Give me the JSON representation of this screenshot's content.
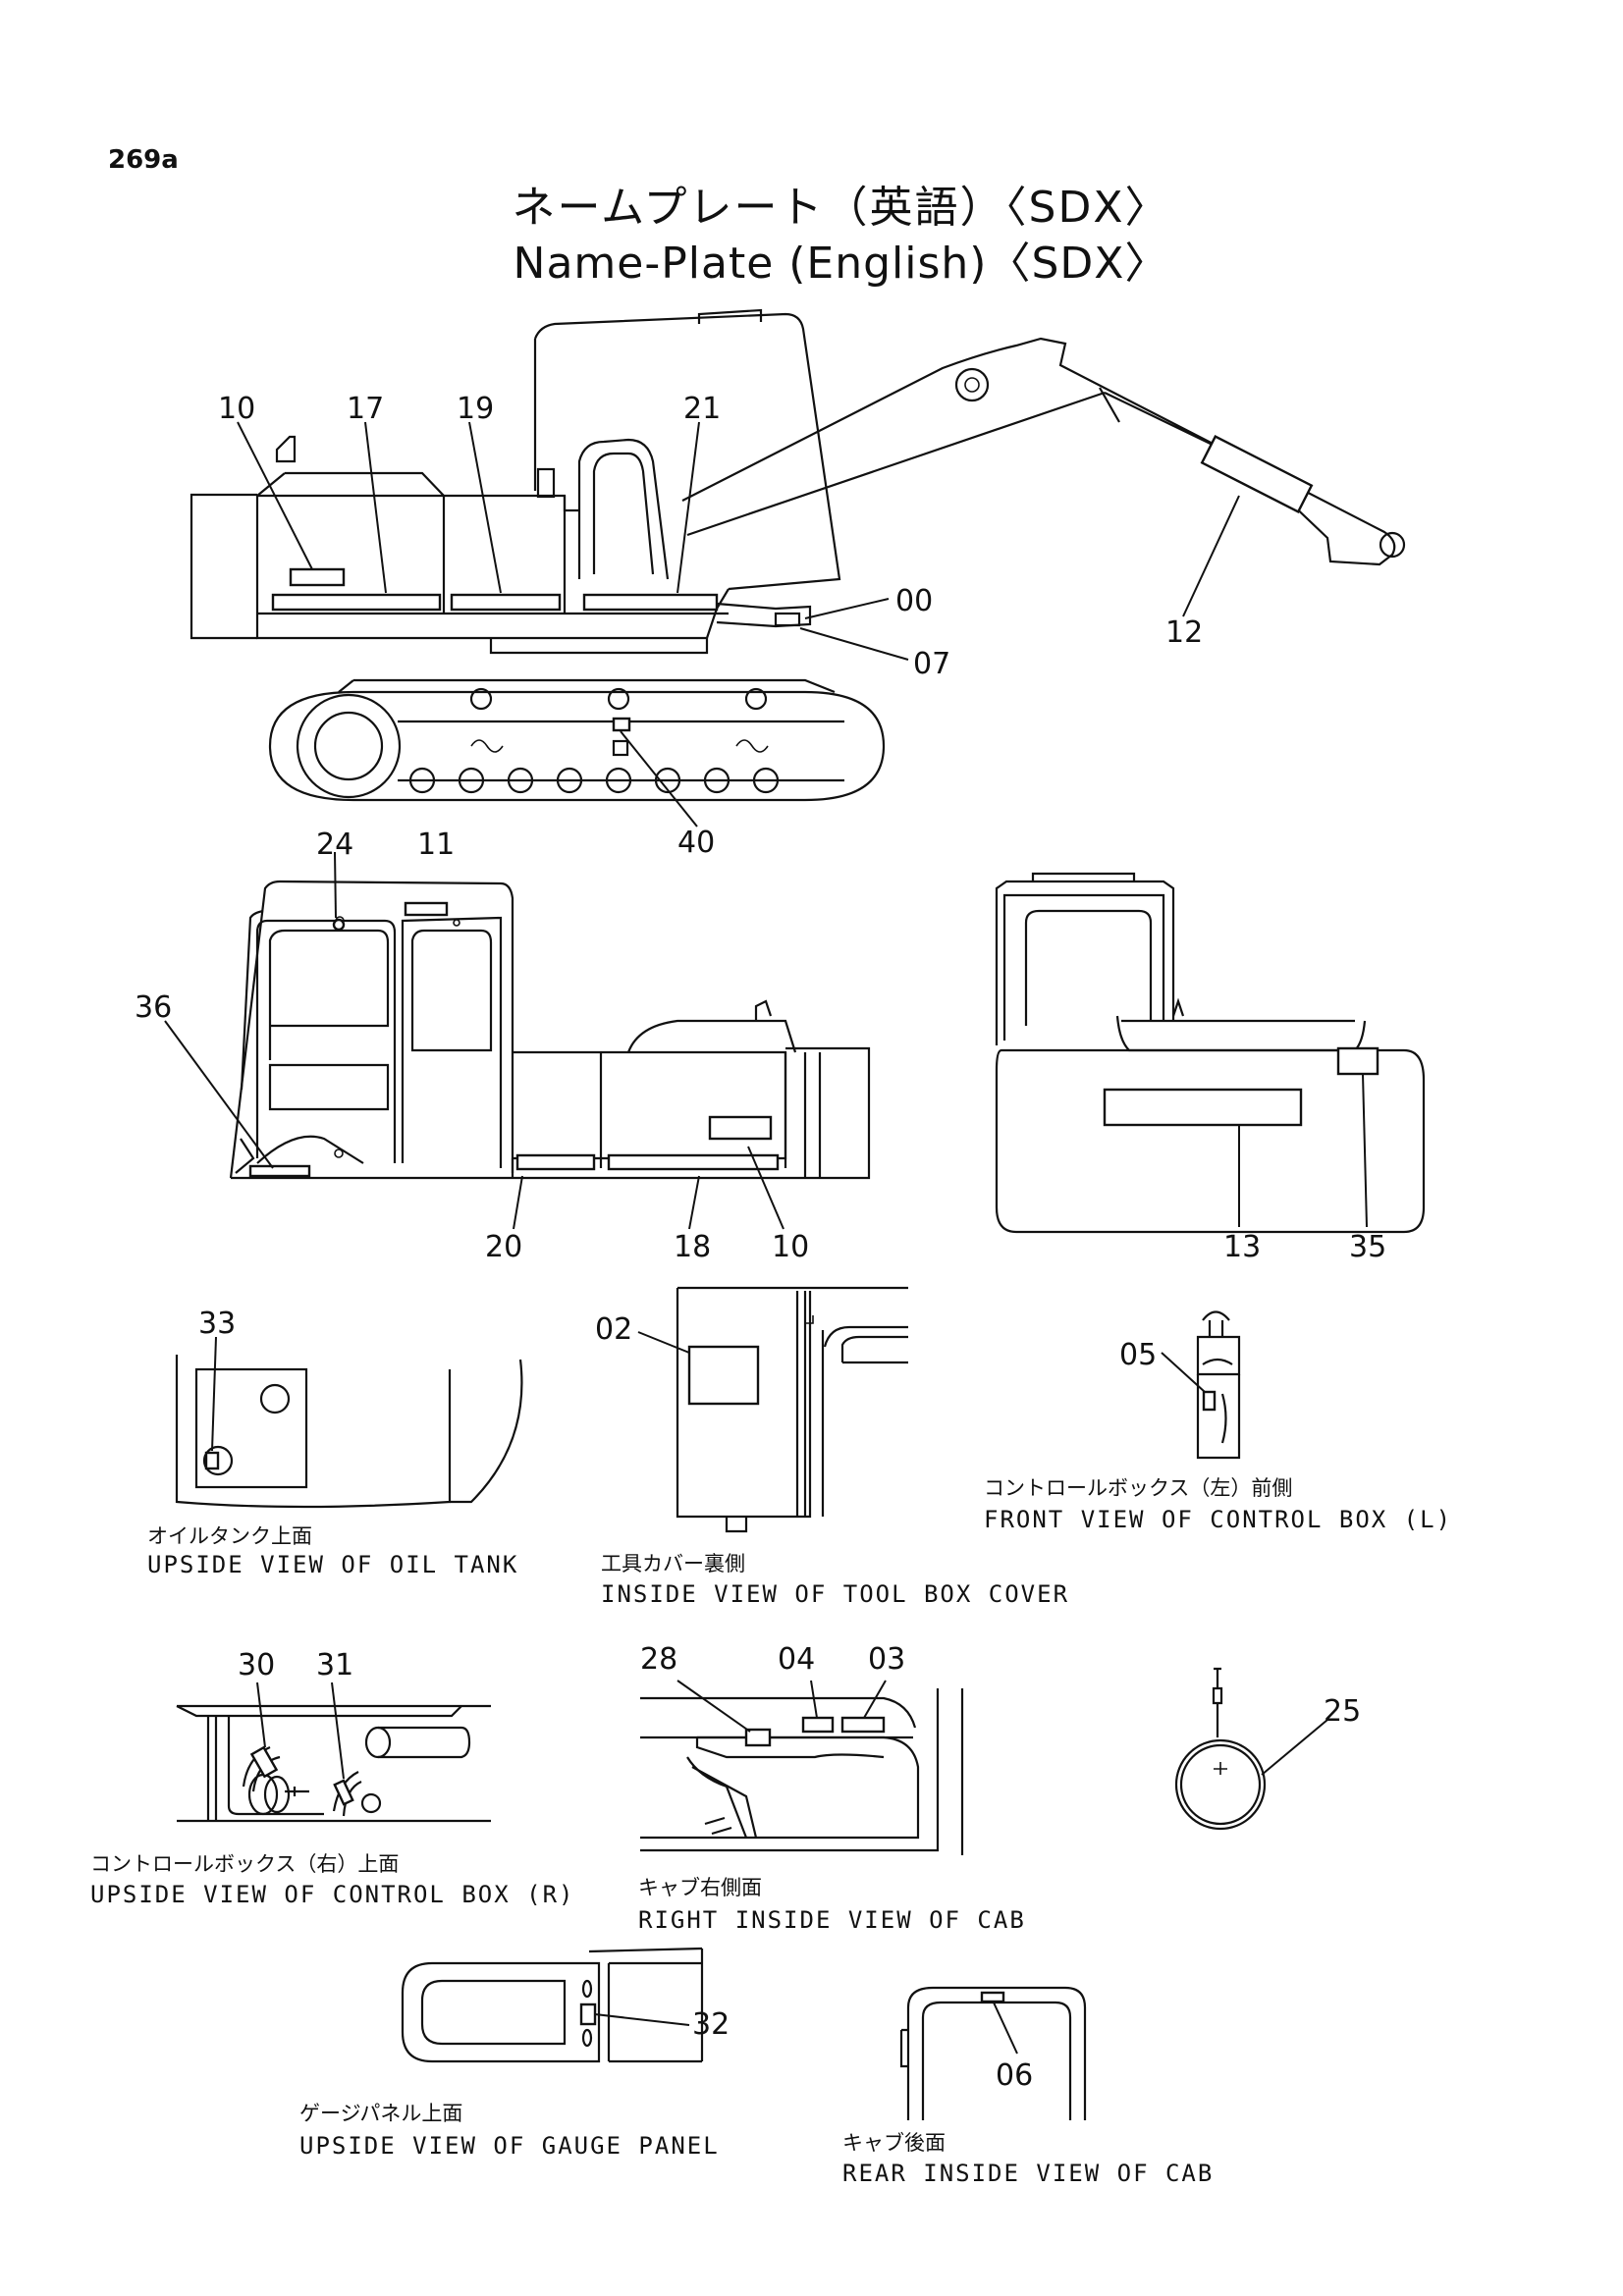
{
  "page_number": "269a",
  "title_jp": "ネームプレート（英語）〈SDX〉",
  "title_en": "Name-Plate (English)〈SDX〉",
  "callouts": {
    "c10a": "10",
    "c17": "17",
    "c19": "19",
    "c21": "21",
    "c00": "00",
    "c07": "07",
    "c12": "12",
    "c40": "40",
    "c24": "24",
    "c11": "11",
    "c36": "36",
    "c20": "20",
    "c18": "18",
    "c10b": "10",
    "c13": "13",
    "c35": "35",
    "c33": "33",
    "c02": "02",
    "c05": "05",
    "c30": "30",
    "c31": "31",
    "c28": "28",
    "c04": "04",
    "c03": "03",
    "c25": "25",
    "c32": "32",
    "c06": "06"
  },
  "captions": {
    "oil_tank_jp": "オイルタンク上面",
    "oil_tank_en": "UPSIDE VIEW OF OIL TANK",
    "tool_box_jp": "工具カバー裏側",
    "tool_box_en": "INSIDE VIEW OF TOOL BOX COVER",
    "control_l_jp": "コントロールボックス（左）前側",
    "control_l_en": "FRONT VIEW OF CONTROL BOX (L)",
    "control_r_jp": "コントロールボックス（右）上面",
    "control_r_en": "UPSIDE VIEW OF CONTROL BOX (R)",
    "cab_right_jp": "キャブ右側面",
    "cab_right_en": "RIGHT INSIDE VIEW OF CAB",
    "gauge_jp": "ゲージパネル上面",
    "gauge_en": "UPSIDE VIEW OF GAUGE PANEL",
    "cab_rear_jp": "キャブ後面",
    "cab_rear_en": "REAR INSIDE VIEW OF CAB"
  }
}
